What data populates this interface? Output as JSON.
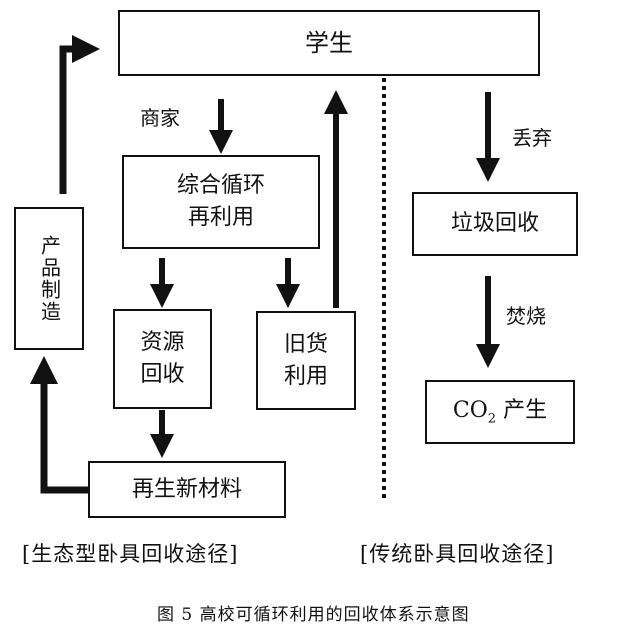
{
  "student": "学生",
  "merchant_label": "商家",
  "comprehensive": [
    "综合循环",
    "再利用"
  ],
  "resource_recovery": [
    "资源",
    "回收"
  ],
  "old_goods": [
    "旧货",
    "利用"
  ],
  "new_materials": "再生新材料",
  "product_mfg": "产品制造",
  "discard_label": "丢弃",
  "garbage": "垃圾回收",
  "incinerate_label": "焚烧",
  "co2_prefix": "CO",
  "co2_sub": "2",
  "co2_suffix": " 产生",
  "ecological_caption": "[生态型卧具回收途径]",
  "traditional_caption": "[传统卧具回收途径]",
  "figure_caption": "图 5  高校可循环利用的回收体系示意图"
}
